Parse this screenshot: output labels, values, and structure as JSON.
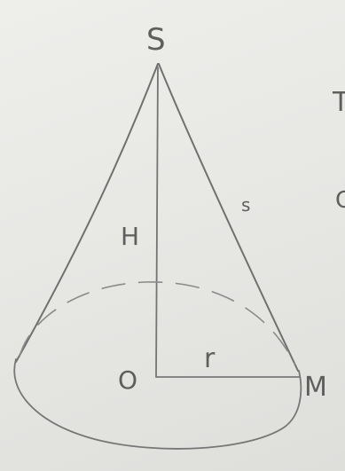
{
  "figure": {
    "type": "cone",
    "labels": {
      "apex": "S",
      "height": "H",
      "slant": "s",
      "center": "O",
      "radius": "r",
      "rim_point": "M"
    },
    "edge_fragments": [
      "T",
      "C"
    ]
  },
  "colors": {
    "paper": "#e9e9e6",
    "pencil": "#6f6f6f",
    "pencil_light": "#8a8a8a"
  }
}
